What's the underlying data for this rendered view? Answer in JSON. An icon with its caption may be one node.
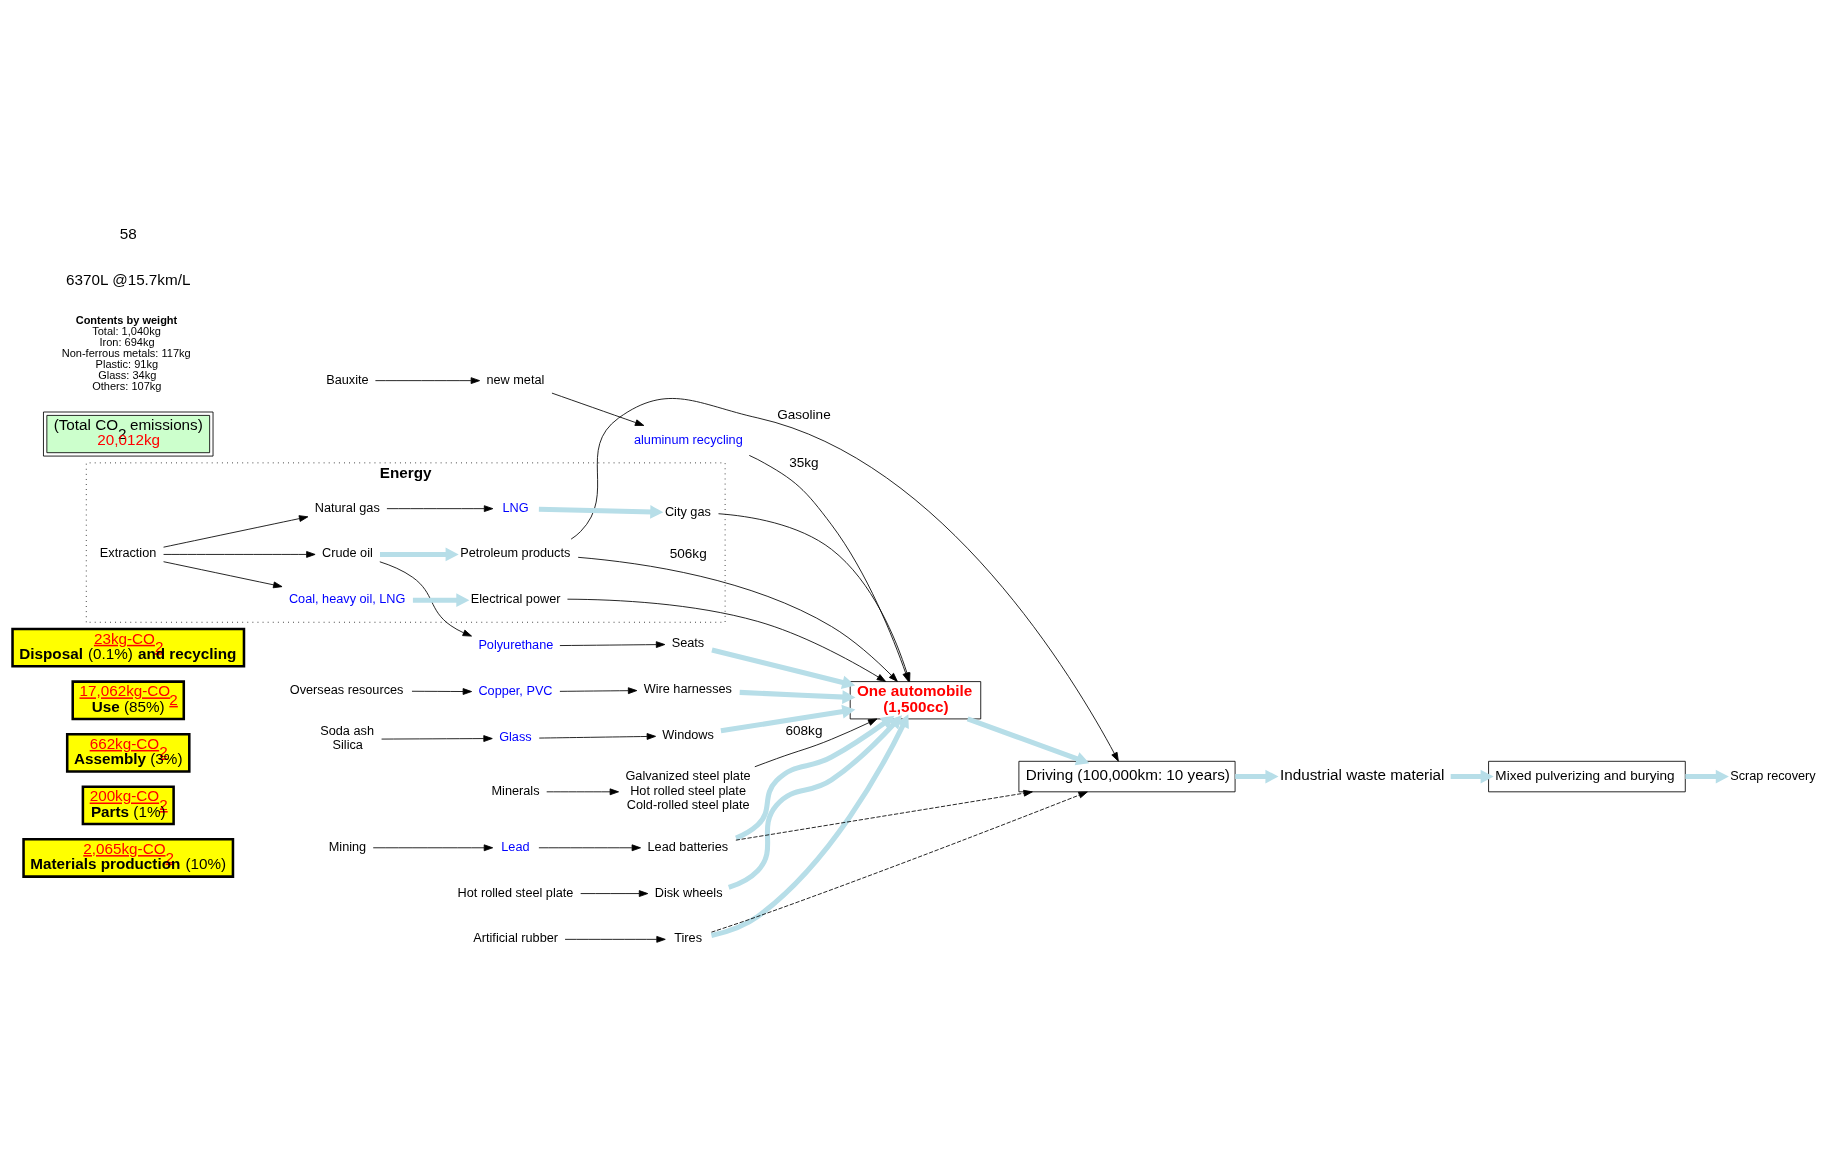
{
  "diagram": {
    "nodes": [
      {
        "text": [
          "2,065kg-CO$_{2}$",
          "**Materials production** (10%)"
        ]
      },
      {
        "text": [
          "200kg-CO$_{2}$",
          "**Parts** (1%)"
        ]
      },
      {
        "text": [
          "662kg-CO$_{2}$",
          "**Assembly** (3%)"
        ]
      },
      {
        "text": [
          "17,062kg-CO$_{2}$",
          "**Use** (85%)"
        ]
      },
      {
        "text": [
          "23kg-CO$_{2}$",
          "**Disposal** (0.1%) **and recycling**"
        ]
      },
      {
        "text": [
          "Minerals"
        ]
      },
      {
        "text": [
          "Galvanized steel plate",
          "Hot rolled steel plate",
          "Cold-rolled steel plate"
        ]
      },
      {
        "text": [
          "Bauxite"
        ]
      },
      {
        "text": [
          "new metal"
        ]
      },
      {
        "text": [
          "aluminum recycling"
        ]
      },
      {
        "text": [
          "Hot rolled steel plate"
        ]
      },
      {
        "text": [
          "Disk wheels"
        ]
      },
      {
        "text": [
          "Overseas resources"
        ]
      },
      {
        "text": [
          "Copper, PVC"
        ]
      },
      {
        "text": [
          "Wire harnesses"
        ]
      },
      {
        "text": [
          "Artificial rubber"
        ]
      },
      {
        "text": [
          "Tires"
        ]
      },
      {
        "text": [
          "Soda ash",
          "Silica"
        ]
      },
      {
        "text": [
          "Glass"
        ]
      },
      {
        "text": [
          "Windows"
        ]
      },
      {
        "text": [
          "Polyurethane"
        ]
      },
      {
        "text": [
          "Seats"
        ]
      },
      {
        "text": [
          "Mining"
        ]
      },
      {
        "text": [
          "Lead"
        ]
      },
      {
        "text": [
          "Lead batteries"
        ]
      },
      {
        "text": [
          "One automobile",
          "(1,500cc)"
        ]
      },
      {
        "text": [
          "Driving (100,000km: 10 years)"
        ]
      },
      {
        "text": [
          "Industrial waste material"
        ]
      },
      {
        "text": [
          "Mixed pulverizing and burying"
        ]
      },
      {
        "text": [
          "Scrap recovery"
        ]
      },
      {
        "text": [
          "Energy"
        ]
      },
      {
        "text": [
          "Extraction"
        ],
        "in": 30
      },
      {
        "text": [
          "Crude oil"
        ],
        "in": 30
      },
      {
        "text": [
          "Petroleum products"
        ],
        "in": 30
      },
      {
        "text": [
          "Coal, heavy oil, LNG"
        ],
        "in": 30
      },
      {
        "text": [
          "Electrical power"
        ],
        "in": 30
      },
      {
        "text": [
          "Natural gas"
        ],
        "in": 30
      },
      {
        "text": [
          "LNG"
        ],
        "in": 30
      },
      {
        "text": [
          "City gas"
        ],
        "in": 30
      },
      {
        "text": [
          "(Total CO$_{2}$ emissions)",
          "20,012kg"
        ]
      },
      {
        "text": [
          "Contents by weight",
          "Total: 1,040kg",
          "Iron: 694kg",
          "Non-ferrous metals: 117kg",
          "Plastic: 91kg",
          "Glass: 34kg",
          "Others: 107kg"
        ]
      }
    ],
    "edges": [
      {
        "from": 5,
        "to": 6,
        "arrow": "to"
      },
      {
        "from": 6,
        "to": 25,
        "arrow": "to",
        "label": "608kg"
      },
      {
        "from": 7,
        "to": 8,
        "arrow": "to"
      },
      {
        "from": 8,
        "to": 9,
        "arrow": "to"
      },
      {
        "from": 9,
        "to": 25,
        "arrow": "to",
        "label": "35kg"
      },
      {
        "from": 10,
        "to": 11,
        "arrow": "to"
      },
      {
        "from": 12,
        "to": 13,
        "arrow": "to"
      },
      {
        "from": 13,
        "to": 14,
        "arrow": "to"
      },
      {
        "from": 15,
        "to": 16,
        "arrow": "to"
      },
      {
        "from": 17,
        "to": 18,
        "arrow": "to"
      },
      {
        "from": 18,
        "to": 19,
        "arrow": "to"
      },
      {
        "from": 20,
        "to": 21,
        "arrow": "to"
      },
      {
        "from": 22,
        "to": 23,
        "arrow": "to"
      },
      {
        "from": 23,
        "to": 24,
        "arrow": "to"
      },
      {
        "from": 11,
        "to": 25,
        "arrow": "to",
        "style": "thick",
        "color": "#b7dee8"
      },
      {
        "from": 14,
        "to": 25,
        "arrow": "to",
        "style": "thick",
        "color": "#b7dee8"
      },
      {
        "from": 16,
        "to": 25,
        "arrow": "to",
        "style": "thick",
        "color": "#b7dee8"
      },
      {
        "from": 19,
        "to": 25,
        "arrow": "to",
        "style": "thick",
        "color": "#b7dee8"
      },
      {
        "from": 21,
        "to": 25,
        "arrow": "to",
        "style": "thick",
        "color": "#b7dee8"
      },
      {
        "from": 24,
        "to": 25,
        "arrow": "to",
        "style": "thick",
        "color": "#b7dee8"
      },
      {
        "from": 16,
        "to": 26,
        "arrow": "to",
        "style": "dashed"
      },
      {
        "from": 24,
        "to": 26,
        "arrow": "to",
        "style": "dashed"
      },
      {
        "from": 25,
        "to": 26,
        "arrow": "to",
        "style": "thick",
        "color": "#b7dee8"
      },
      {
        "from": 26,
        "to": 27,
        "arrow": "to",
        "style": "thick",
        "color": "#b7dee8"
      },
      {
        "from": 27,
        "to": 28,
        "arrow": "to",
        "style": "thick",
        "color": "#b7dee8"
      },
      {
        "from": 28,
        "to": 29,
        "arrow": "to",
        "style": "thick",
        "color": "#b7dee8"
      },
      {
        "from": 31,
        "to": 32,
        "arrow": "to"
      },
      {
        "from": 32,
        "to": 20,
        "arrow": "to"
      },
      {
        "from": 32,
        "to": 33,
        "arrow": "to",
        "style": "thick",
        "color": "#b7dee8"
      },
      {
        "from": 31,
        "to": 34,
        "arrow": "to"
      },
      {
        "from": 31,
        "to": 36,
        "arrow": "to"
      },
      {
        "from": 34,
        "to": 35,
        "arrow": "to",
        "style": "thick",
        "color": "#b7dee8"
      },
      {
        "from": 36,
        "to": 37,
        "arrow": "to"
      },
      {
        "from": 37,
        "to": 38,
        "arrow": "to",
        "style": "thick",
        "color": "#b7dee8"
      },
      {
        "from": 33,
        "to": 25,
        "arrow": "to",
        "label": "506kg"
      },
      {
        "from": 35,
        "to": 25,
        "arrow": "to"
      },
      {
        "from": 38,
        "to": 25,
        "arrow": "to"
      },
      {
        "from": 33,
        "to": 26,
        "arrow": "to",
        "label": "Gasoline"
      }
    ],
    "labels": [
      "6370L @15.7km/L",
      "58"
    ]
  }
}
